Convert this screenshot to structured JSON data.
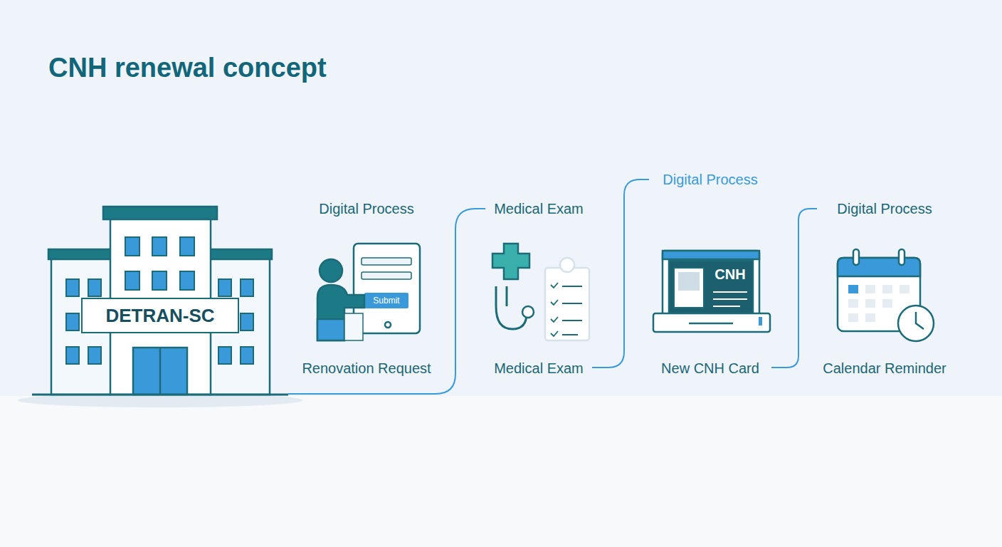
{
  "diagram": {
    "title": "CNH renewal concept",
    "nodes": [
      {
        "text": [
          "DETRAN-SC"
        ]
      },
      {
        "text": [
          "Digital Process",
          "Renovation Request"
        ]
      },
      {
        "text": [
          "Medical Exam",
          "Medical Exam"
        ]
      },
      {
        "text": [
          "Digital Process",
          "New CNH Card"
        ]
      },
      {
        "text": [
          "Digital Process",
          "Calendar Reminder"
        ]
      }
    ],
    "edges": [
      {
        "from": 0,
        "to": 2,
        "arrow": "none"
      },
      {
        "from": 2,
        "to": 3,
        "arrow": "none"
      },
      {
        "from": 3,
        "to": 4,
        "arrow": "none"
      }
    ],
    "labels": [
      "Submit",
      "CNH"
    ]
  }
}
